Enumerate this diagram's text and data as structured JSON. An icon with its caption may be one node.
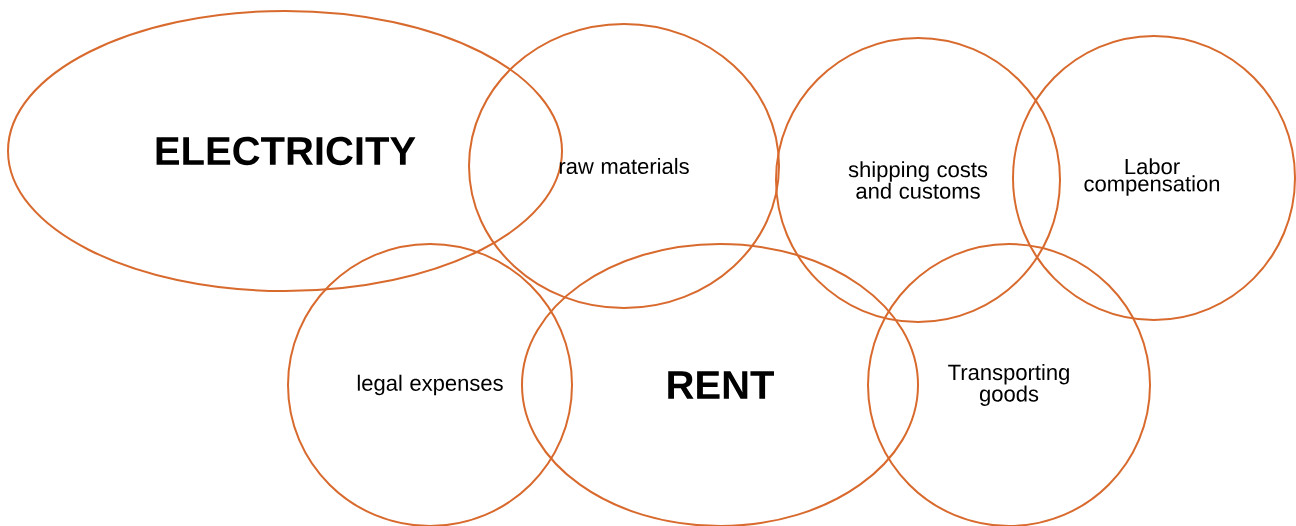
{
  "diagram": {
    "nodes": [
      {
        "text": [
          "ELECTRICITY"
        ]
      },
      {
        "text": [
          "raw materials"
        ]
      },
      {
        "text": [
          "shipping costs and customs"
        ]
      },
      {
        "text": [
          "Labor compensation"
        ]
      },
      {
        "text": [
          "legal expenses"
        ]
      },
      {
        "text": [
          "RENT"
        ]
      },
      {
        "text": [
          "Transporting goods"
        ]
      }
    ]
  }
}
